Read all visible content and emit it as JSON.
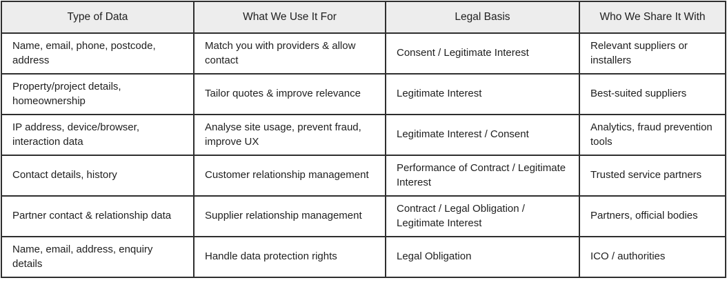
{
  "table": {
    "title": "data-sharing-and-legal-basis-table",
    "colors": {
      "header_bg": "#ededed",
      "border": "#2e2e2e",
      "text": "#202020",
      "row_bg": "#ffffff"
    },
    "headers": [
      "Type of Data",
      "What We Use It For",
      "Legal Basis",
      "Who We Share It With"
    ],
    "rows": [
      [
        "Name, email, phone, postcode, address",
        "Match you with providers & allow contact",
        "Consent / Legitimate Interest",
        "Relevant suppliers or installers"
      ],
      [
        "Property/project details, homeownership",
        "Tailor quotes & improve relevance",
        "Legitimate Interest",
        "Best-suited suppliers"
      ],
      [
        "IP address, device/browser, interaction data",
        "Analyse site usage, prevent fraud, improve UX",
        "Legitimate Interest / Consent",
        "Analytics, fraud prevention tools"
      ],
      [
        "Contact details, history",
        "Customer relationship management",
        "Performance of Contract / Legitimate Interest",
        "Trusted service partners"
      ],
      [
        "Partner contact & relationship data",
        "Supplier relationship management",
        "Contract / Legal Obligation / Legitimate Interest",
        "Partners, official bodies"
      ],
      [
        "Name, email, address, enquiry details",
        "Handle data protection rights",
        "Legal Obligation",
        "ICO / authorities"
      ]
    ]
  }
}
